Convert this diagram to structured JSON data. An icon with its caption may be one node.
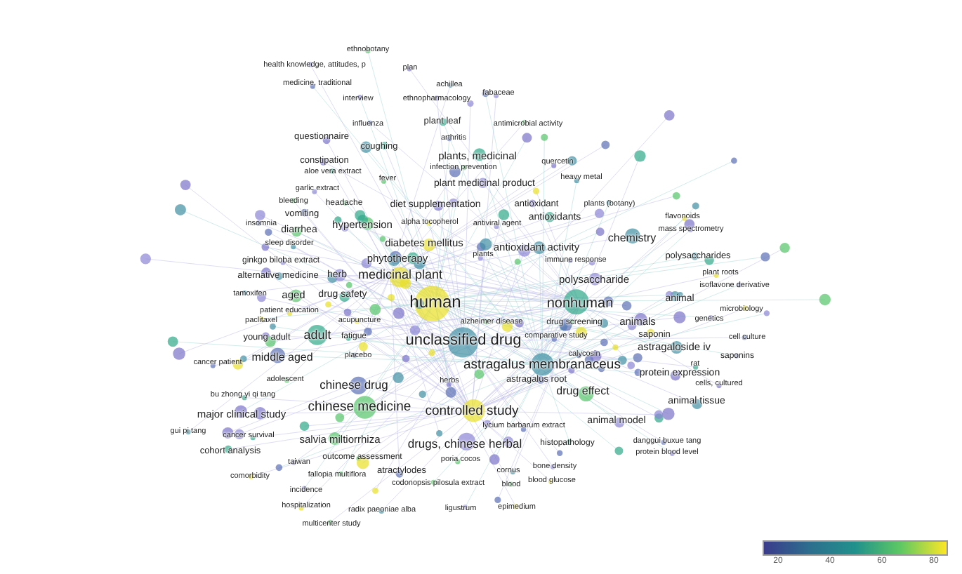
{
  "diagram": {
    "labels": [
      "ethnobotany",
      "health knowledge, attitudes, p",
      "plan",
      "medicine, traditional",
      "achillea",
      "fabaceae",
      "interview",
      "ethnopharmacology",
      "influenza",
      "plant leaf",
      "antimicrobial activity",
      "questionnaire",
      "arthritis",
      "coughing",
      "constipation",
      "plants, medicinal",
      "quercetin",
      "aloe vera extract",
      "infection prevention",
      "fever",
      "plant medicinal product",
      "heavy metal",
      "garlic extract",
      "bleeding",
      "headache",
      "diet supplementation",
      "antioxidant",
      "plants (botany)",
      "antioxidants",
      "flavonoids",
      "hypertension",
      "alpha tocopherol",
      "antiviral agent",
      "mass spectrometry",
      "insomnia",
      "vomiting",
      "diarrhea",
      "sleep disorder",
      "diabetes mellitus",
      "antioxidant activity",
      "chemistry",
      "phytotherapy",
      "polysaccharides",
      "ginkgo biloba extract",
      "plants",
      "immune response",
      "alternative medicine",
      "herb",
      "medicinal plant",
      "polysaccharide",
      "plant roots",
      "isoflavone derivative",
      "tamoxifen",
      "aged",
      "drug safety",
      "human",
      "nonhuman",
      "animal",
      "patient education",
      "microbiology",
      "paclitaxel",
      "acupuncture",
      "alzheimer disease",
      "drug screening",
      "animals",
      "saponin",
      "genetics",
      "young adult",
      "adult",
      "fatigue",
      "unclassified drug",
      "comparative study",
      "astragaloside iv",
      "cell culture",
      "cancer patient",
      "middle aged",
      "placebo",
      "calycosin",
      "saponins",
      "rat",
      "astragalus membranaceus",
      "protein expression",
      "adolescent",
      "chinese drug",
      "herbs",
      "astragalus root",
      "cells, cultured",
      "drug effect",
      "animal tissue",
      "bu zhong yi qi tang",
      "major clinical study",
      "chinese medicine",
      "controlled study",
      "animal model",
      "gui pi tang",
      "cancer survival",
      "salvia miltiorrhiza",
      "lycium barbarum extract",
      "drugs, chinese herbal",
      "histopathology",
      "danggui buxue tang",
      "cohort analysis",
      "protein blood level",
      "taiwan",
      "outcome assessment",
      "poria cocos",
      "atractylodes",
      "comorbidity",
      "fallopia multiflora",
      "bone density",
      "cornus",
      "codonopsis pilosula extract",
      "blood",
      "blood glucose",
      "incidence",
      "hospitalization",
      "radix paeoniae alba",
      "ligustrum",
      "epimedium",
      "multicenter study",
      "20",
      "40",
      "60",
      "80"
    ]
  }
}
